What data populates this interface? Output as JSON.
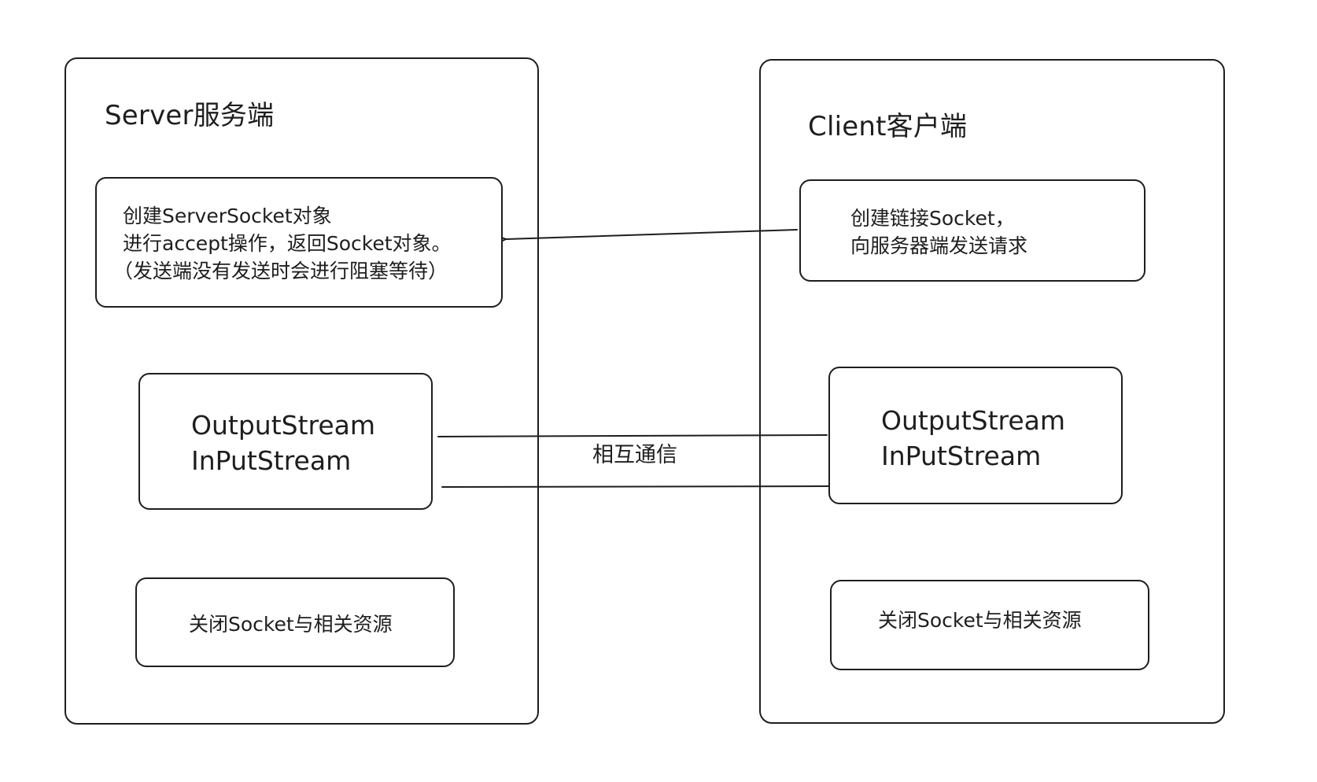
{
  "server": {
    "title": "Server服务端",
    "create_box": {
      "line1": "创建ServerSocket对象",
      "line2": "进行accept操作，返回Socket对象。",
      "line3": "（发送端没有发送时会进行阻塞等待）"
    },
    "stream_box": {
      "line1": "OutputStream",
      "line2": "InPutStream"
    },
    "close_box": {
      "label": "关闭Socket与相关资源"
    }
  },
  "client": {
    "title": "Client客户端",
    "create_box": {
      "line1": "创建链接Socket，",
      "line2": "向服务器端发送请求"
    },
    "stream_box": {
      "line1": "OutputStream",
      "line2": "InPutStream"
    },
    "close_box": {
      "label": "关闭Socket与相关资源"
    }
  },
  "edges": {
    "communication_label": "相互通信"
  },
  "colors": {
    "stroke": "#1e1e1e",
    "background": "#ffffff"
  }
}
